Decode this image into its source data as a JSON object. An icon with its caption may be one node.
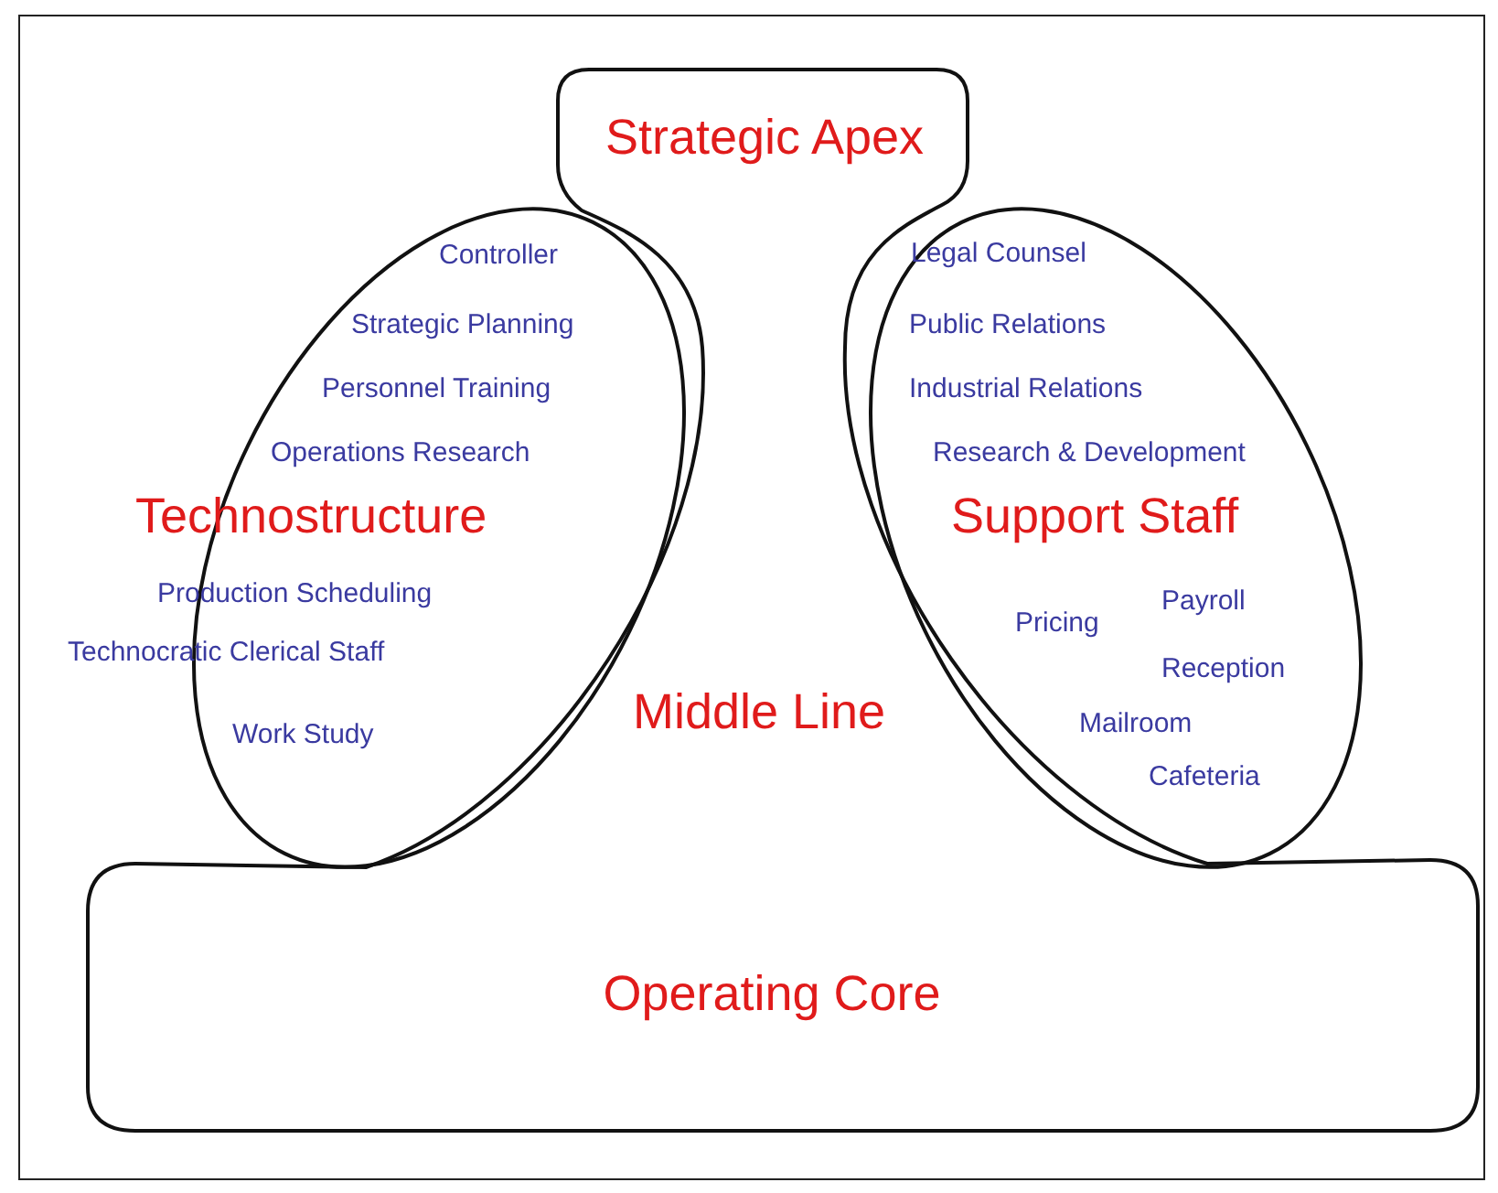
{
  "diagram": {
    "nodes": [
      {
        "text": [
          "Strategic Apex",
          "Middle Line",
          "Operating Core"
        ]
      },
      {
        "text": [
          "Controller",
          "Strategic Planning",
          "Personnel Training",
          "Operations Research",
          "Technostructure",
          "Production Scheduling",
          "Technocratic Clerical Staff",
          "Work Study"
        ]
      },
      {
        "text": [
          "Legal Counsel",
          "Public Relations",
          "Industrial Relations",
          "Research & Development",
          "Support Staff",
          "Payroll",
          "Pricing",
          "Reception",
          "Mailroom",
          "Cafeteria"
        ]
      }
    ]
  }
}
